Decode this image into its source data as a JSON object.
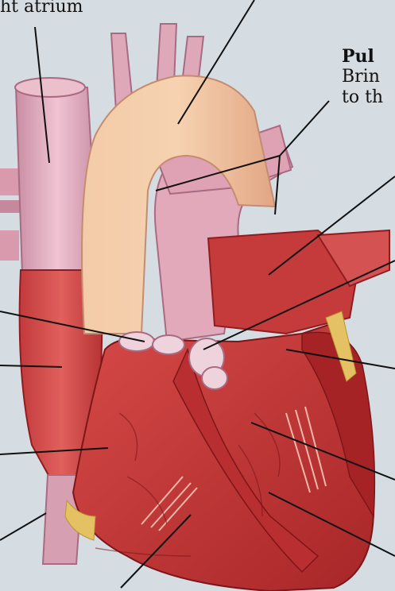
{
  "labels": {
    "right_atrium": "ht atrium",
    "pulmonary_title": "Pul",
    "pulmonary_line1": "Brin",
    "pulmonary_line2": "to th"
  },
  "colors": {
    "background": "#d5dde3",
    "muscle": "#c8393a",
    "muscle_dark": "#8f1d1f",
    "vessel_pink": "#dea2b4",
    "aorta": "#efbc98",
    "leader_line": "#111111"
  }
}
